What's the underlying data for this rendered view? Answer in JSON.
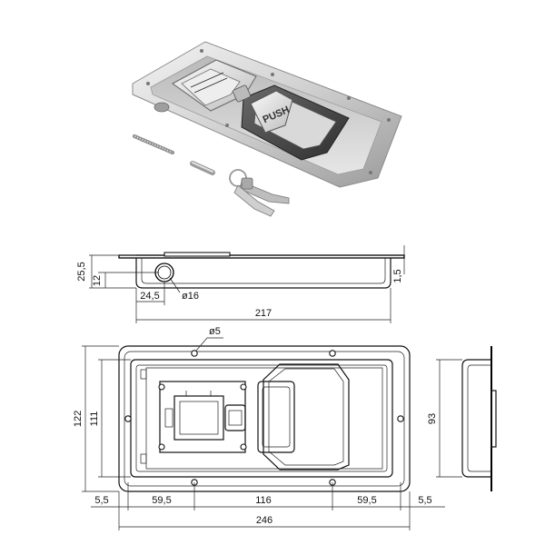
{
  "product_photo": {
    "push_label": "PUSH",
    "metal_light": "#e8e8e8",
    "metal_mid": "#c4c4c4",
    "metal_dark": "#8e8e8e"
  },
  "side_view": {
    "dims": {
      "height_total": "25,5",
      "height_12": "12",
      "thickness": "1,5",
      "offset": "24,5",
      "hole_diameter": "ø16",
      "length": "217"
    }
  },
  "front_view": {
    "dims": {
      "mount_hole": "ø5",
      "outer_height": "122",
      "inner_height": "111",
      "margin_left": "5,5",
      "spacing_left": "59,5",
      "spacing_center": "116",
      "spacing_right": "59,5",
      "margin_right": "5,5",
      "total_width": "246"
    }
  },
  "end_view": {
    "dims": {
      "depth": "93"
    }
  }
}
